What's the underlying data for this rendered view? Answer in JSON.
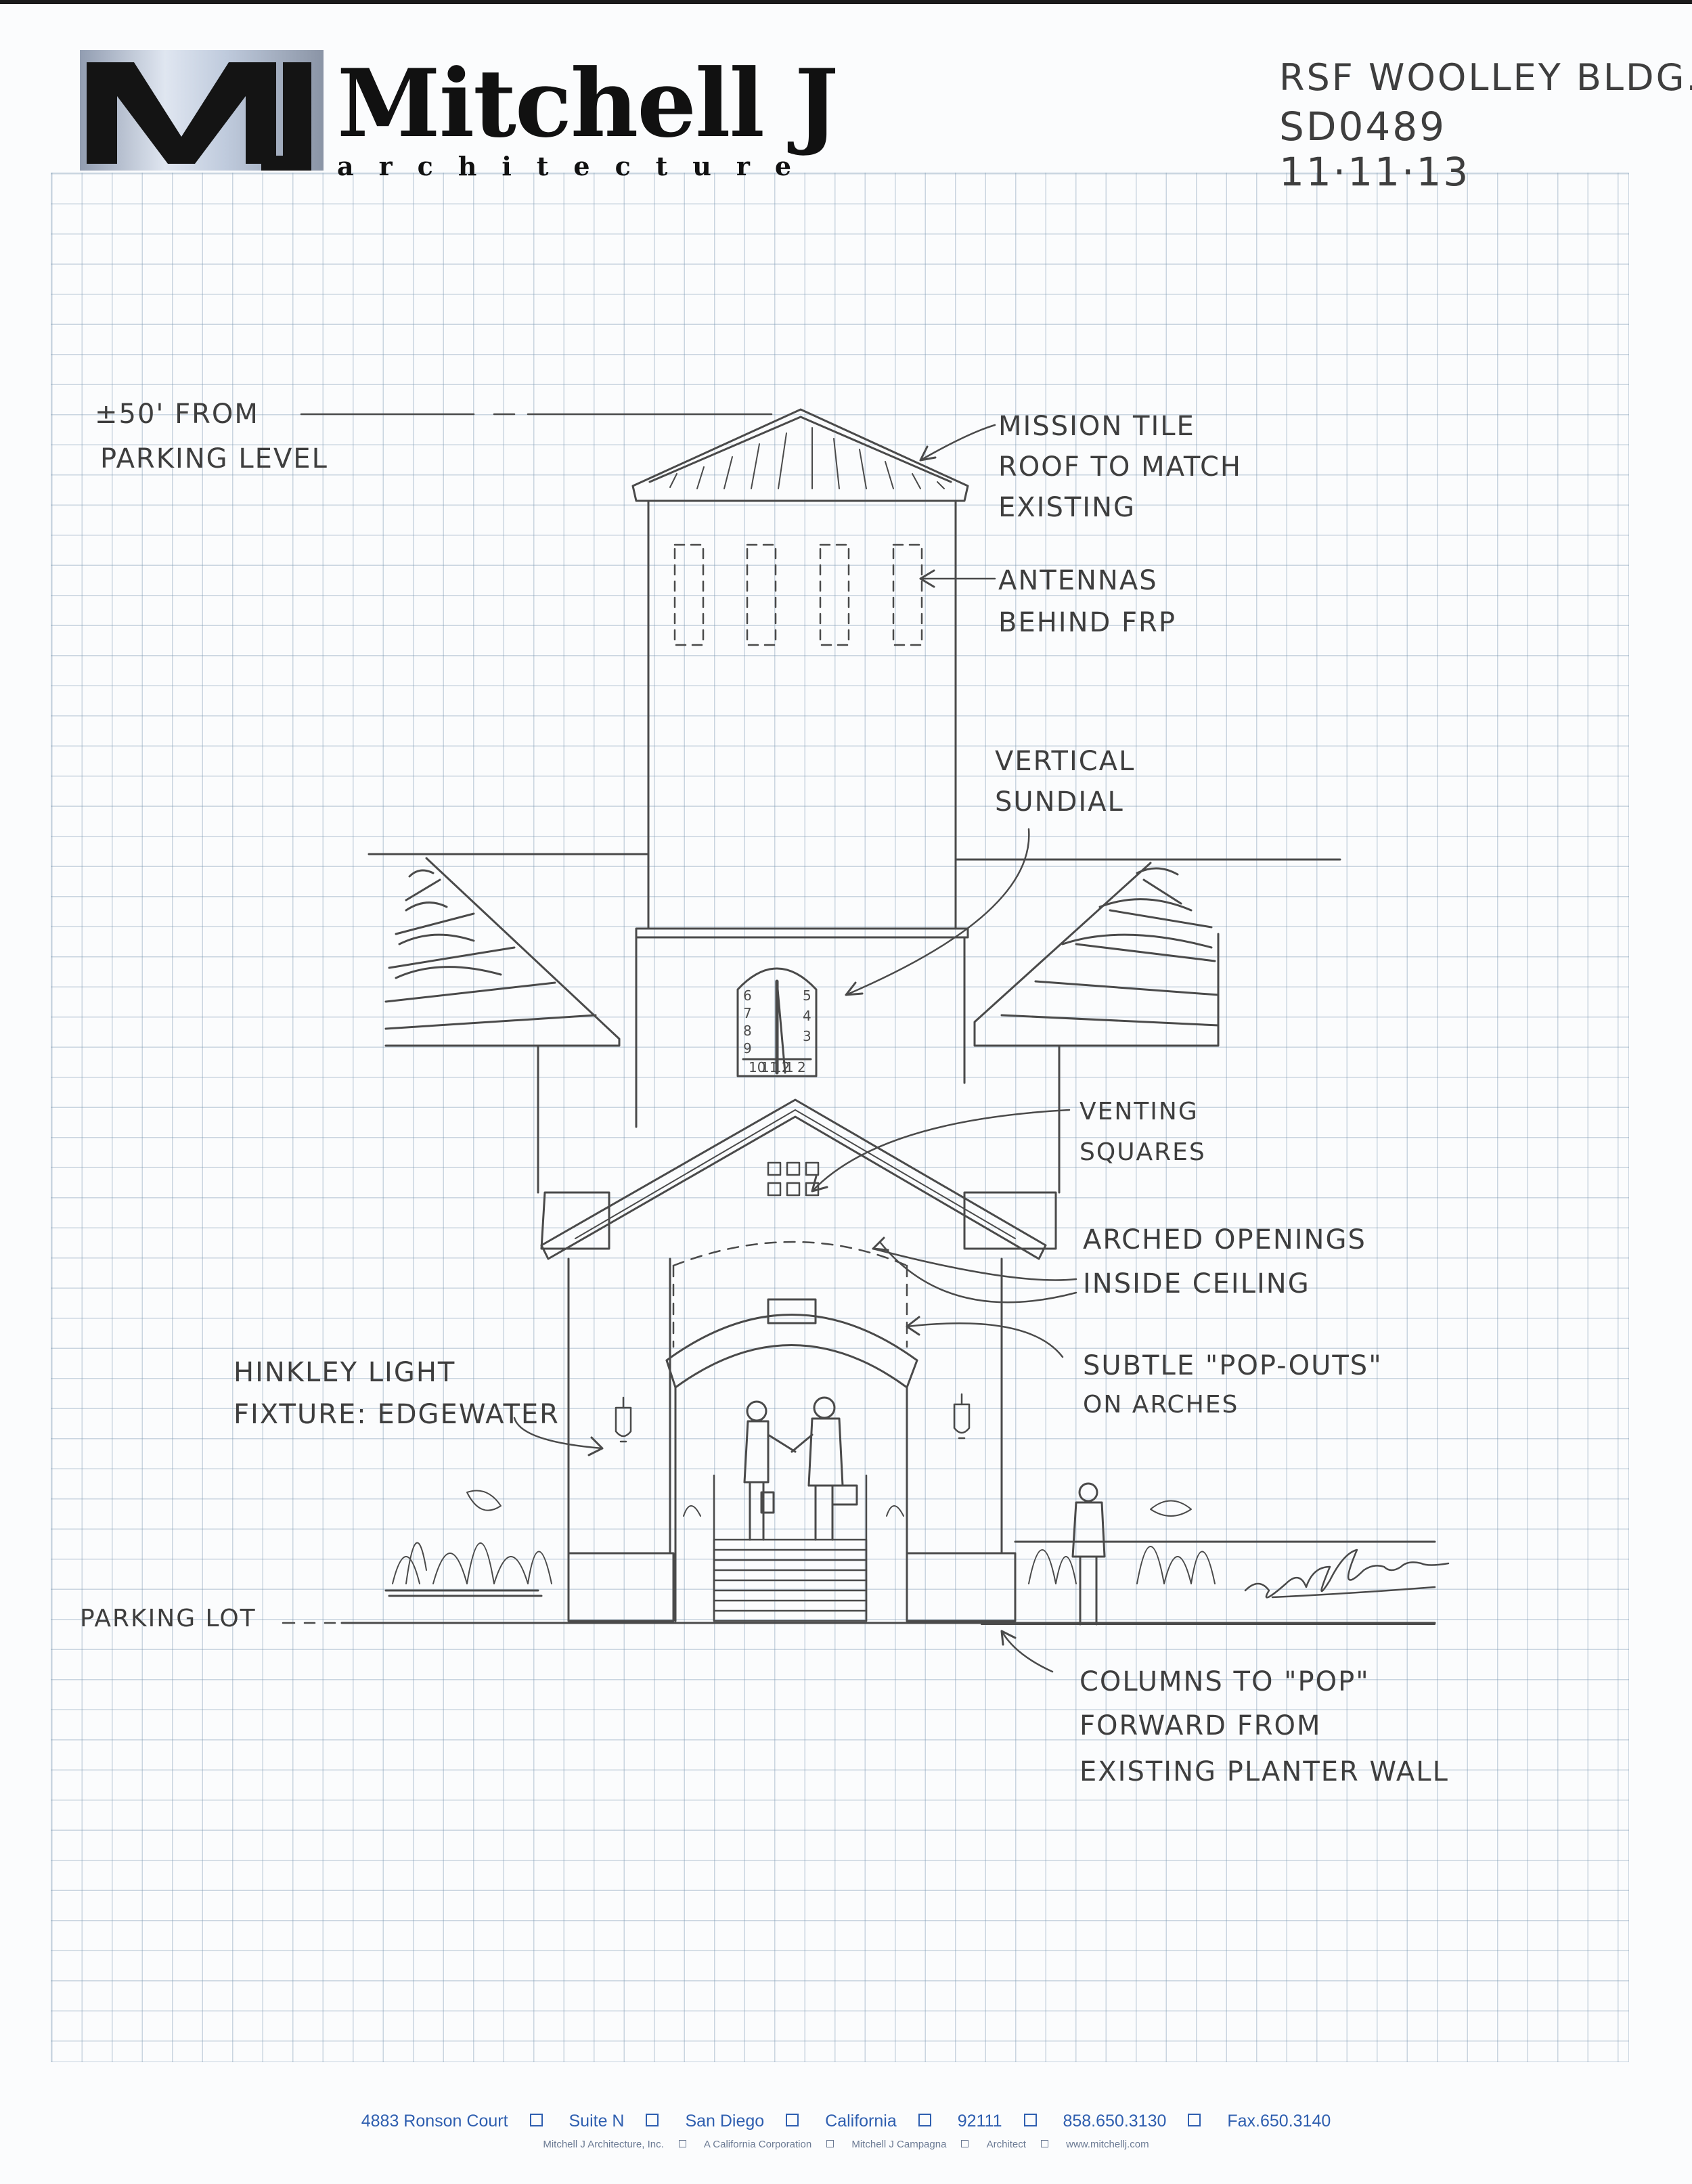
{
  "logo": {
    "monogram": "MJ",
    "name": "Mitchell J",
    "subtitle": "architecture"
  },
  "header_notes": {
    "project": "RSF WOOLLEY BLDG.",
    "site_id": "SD0489",
    "date": "11·11·13"
  },
  "annotations": {
    "height_note": [
      "±50' FROM",
      "PARKING LEVEL"
    ],
    "roof_note": [
      "MISSION TILE",
      "ROOF TO MATCH",
      "EXISTING"
    ],
    "antenna_note": [
      "ANTENNAS",
      "BEHIND FRP"
    ],
    "sundial_note": [
      "VERTICAL",
      "SUNDIAL"
    ],
    "venting_note": [
      "VENTING",
      "SQUARES"
    ],
    "arched_note": [
      "ARCHED OPENINGS",
      "INSIDE CEILING"
    ],
    "popouts_note": [
      "SUBTLE \"POP-OUTS\"",
      "ON ARCHES"
    ],
    "light_note": [
      "HINKLEY LIGHT",
      "FIXTURE: EDGEWATER"
    ],
    "parking_note": "PARKING LOT",
    "columns_note": [
      "COLUMNS TO \"POP\"",
      "FORWARD FROM",
      "EXISTING PLANTER WALL"
    ]
  },
  "sundial_numerals": {
    "left": [
      "6",
      "7",
      "8",
      "9"
    ],
    "right": [
      "5",
      "4",
      "3"
    ],
    "bottom": [
      "10",
      "11",
      "12",
      "1",
      "2"
    ]
  },
  "footer": {
    "items": [
      "4883 Ronson Court",
      "Suite N",
      "San Diego",
      "California",
      "92111",
      "858.650.3130",
      "Fax.650.3140"
    ],
    "sub_items": [
      "Mitchell J Architecture, Inc.",
      "A California Corporation",
      "Mitchell J Campagna",
      "Architect",
      "www.mitchellj.com"
    ]
  },
  "colors": {
    "pencil": "#4a4a4a",
    "grid": "#7896af",
    "footer_blue": "#2f5fb0",
    "logo_black": "#111111",
    "logo_steel": "#7d93b3"
  }
}
